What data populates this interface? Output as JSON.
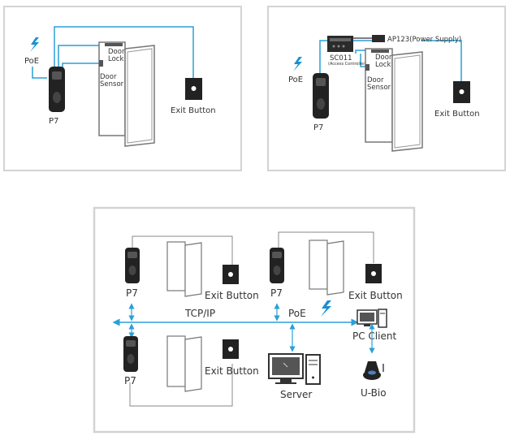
{
  "colors": {
    "wire": "#2a9fd8",
    "panel_border": "#d0d0d0",
    "gray_wire": "#8a8a8a",
    "device": "#222222",
    "bolt": "#1a8fd1"
  },
  "diagram1": {
    "poe": "PoE",
    "reader": "P7",
    "door_lock": [
      "Door",
      "Lock"
    ],
    "door_sensor": [
      "Door",
      "Sensor"
    ],
    "exit_button": "Exit Button"
  },
  "diagram2": {
    "poe": "PoE",
    "reader": "P7",
    "controller": "SC011",
    "controller_sub": "(Access Controller)",
    "power_supply": "AP123(Power Supply)",
    "door_lock": [
      "Door",
      "Lock"
    ],
    "door_sensor": [
      "Door",
      "Sensor"
    ],
    "exit_button": "Exit Button"
  },
  "diagram3": {
    "tcpip": "TCP/IP",
    "poe": "PoE",
    "reader_a": "P7",
    "reader_b": "P7",
    "reader_c": "P7",
    "exit_a": "Exit Button",
    "exit_b": "Exit Button",
    "exit_c": "Exit Button",
    "pc_client": "PC Client",
    "server": "Server",
    "ubio": "U-Bio"
  },
  "icons": [
    "lightning-bolt-icon",
    "fingerprint-reader-icon",
    "door-icon",
    "exit-button-icon",
    "monitor-icon",
    "pc-tower-icon",
    "usb-fingerprint-scanner-icon"
  ]
}
